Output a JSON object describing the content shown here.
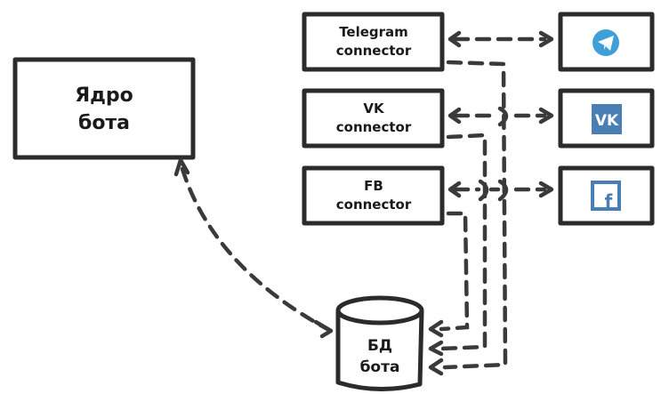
{
  "diagram": {
    "core": {
      "line1": "Ядро",
      "line2": "бота"
    },
    "connectors": [
      {
        "id": "telegram",
        "line1": "Telegram",
        "line2": "connector",
        "service_icon": "telegram-icon",
        "service_color": "#3f9fd8"
      },
      {
        "id": "vk",
        "line1": "VK",
        "line2": "connector",
        "service_icon": "vk-icon",
        "service_color": "#4a7fb5"
      },
      {
        "id": "fb",
        "line1": "FB",
        "line2": "connector",
        "service_icon": "facebook-icon",
        "service_color": "#4a7fb5"
      }
    ],
    "database": {
      "line1": "БД",
      "line2": "бота"
    },
    "links": [
      {
        "from": "core",
        "to": "database",
        "style": "dashed",
        "direction": "bidirectional"
      },
      {
        "from": "telegram",
        "to": "telegram-service",
        "style": "dashed",
        "direction": "bidirectional"
      },
      {
        "from": "vk",
        "to": "vk-service",
        "style": "dashed",
        "direction": "bidirectional"
      },
      {
        "from": "fb",
        "to": "fb-service",
        "style": "dashed",
        "direction": "bidirectional"
      },
      {
        "from": "telegram",
        "to": "database",
        "style": "dashed",
        "direction": "to"
      },
      {
        "from": "vk",
        "to": "database",
        "style": "dashed",
        "direction": "to"
      },
      {
        "from": "fb",
        "to": "database",
        "style": "dashed",
        "direction": "to"
      }
    ]
  }
}
